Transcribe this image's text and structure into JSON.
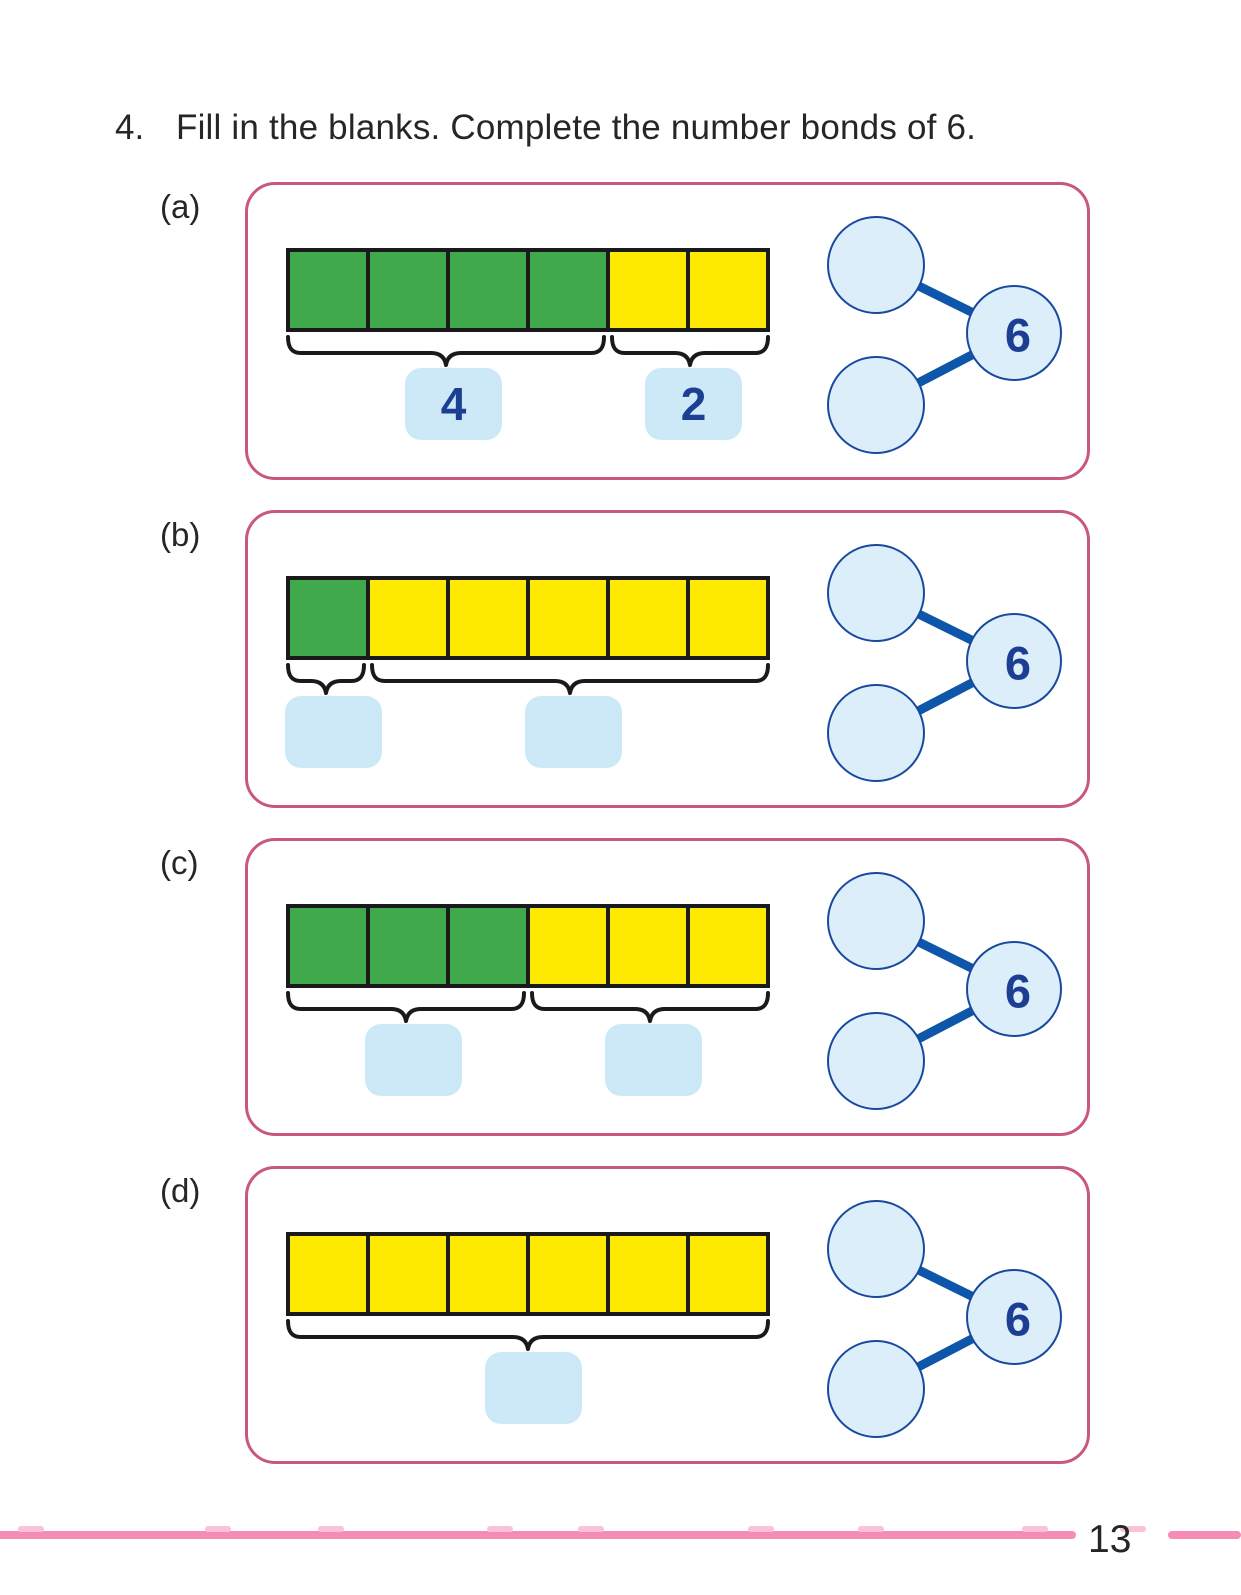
{
  "title": {
    "number": "4.",
    "text": "Fill in the blanks. Complete the number bonds of 6."
  },
  "page_number": "13",
  "colors": {
    "green": "#3fa94c",
    "yellow": "#fdea00",
    "panel_border": "#c9587d",
    "answer_box_fill": "#cde9f8",
    "circle_fill": "#ddeefb",
    "circle_stroke": "#17499e",
    "bond_line": "#0d56a9",
    "number_text": "#1c3f94",
    "brace": "#1a1a1a",
    "footer_line": "#f48cb6"
  },
  "panels": [
    {
      "label": "(a)",
      "cells": [
        "green",
        "green",
        "green",
        "green",
        "yellow",
        "yellow"
      ],
      "groups": [
        {
          "count": 4,
          "value": "4"
        },
        {
          "count": 2,
          "value": "2"
        }
      ],
      "bond": {
        "part_top": "",
        "part_bottom": "",
        "total": "6"
      }
    },
    {
      "label": "(b)",
      "cells": [
        "green",
        "yellow",
        "yellow",
        "yellow",
        "yellow",
        "yellow"
      ],
      "groups": [
        {
          "count": 1,
          "value": ""
        },
        {
          "count": 5,
          "value": ""
        }
      ],
      "bond": {
        "part_top": "",
        "part_bottom": "",
        "total": "6"
      }
    },
    {
      "label": "(c)",
      "cells": [
        "green",
        "green",
        "green",
        "yellow",
        "yellow",
        "yellow"
      ],
      "groups": [
        {
          "count": 3,
          "value": ""
        },
        {
          "count": 3,
          "value": ""
        }
      ],
      "bond": {
        "part_top": "",
        "part_bottom": "",
        "total": "6"
      }
    },
    {
      "label": "(d)",
      "cells": [
        "yellow",
        "yellow",
        "yellow",
        "yellow",
        "yellow",
        "yellow"
      ],
      "groups": [
        {
          "count": 6,
          "value": ""
        }
      ],
      "bond": {
        "part_top": "",
        "part_bottom": "",
        "total": "6"
      }
    }
  ]
}
